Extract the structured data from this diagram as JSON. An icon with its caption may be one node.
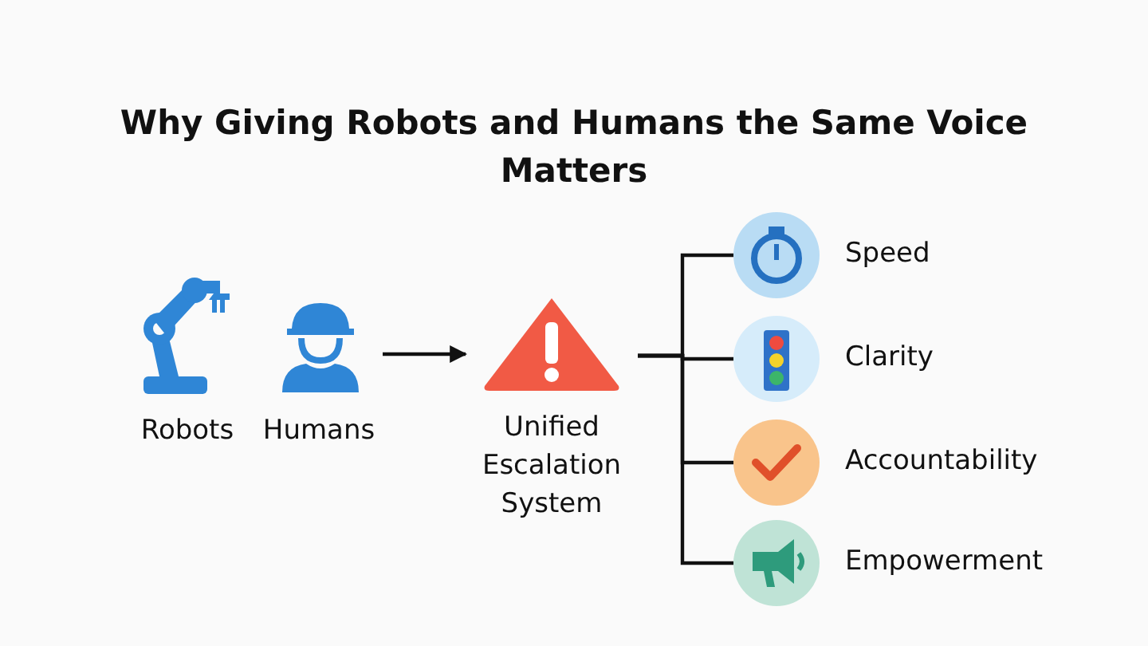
{
  "diagram": {
    "title": "Why Giving Robots and Humans the Same Voice Matters",
    "nodes": [
      {
        "text": [
          "Robots"
        ]
      },
      {
        "text": [
          "Humans"
        ]
      },
      {
        "text": [
          "Unified Escalation System"
        ]
      },
      {
        "text": [
          "Speed"
        ]
      },
      {
        "text": [
          "Clarity"
        ]
      },
      {
        "text": [
          "Accountability"
        ]
      },
      {
        "text": [
          "Empowerment"
        ]
      }
    ],
    "edges": [
      {
        "from": 1,
        "to": 2,
        "arrow": "to"
      },
      {
        "from": 2,
        "to": 3,
        "arrow": "none"
      },
      {
        "from": 2,
        "to": 4,
        "arrow": "none"
      },
      {
        "from": 2,
        "to": 5,
        "arrow": "none"
      },
      {
        "from": 2,
        "to": 6,
        "arrow": "none"
      }
    ]
  }
}
